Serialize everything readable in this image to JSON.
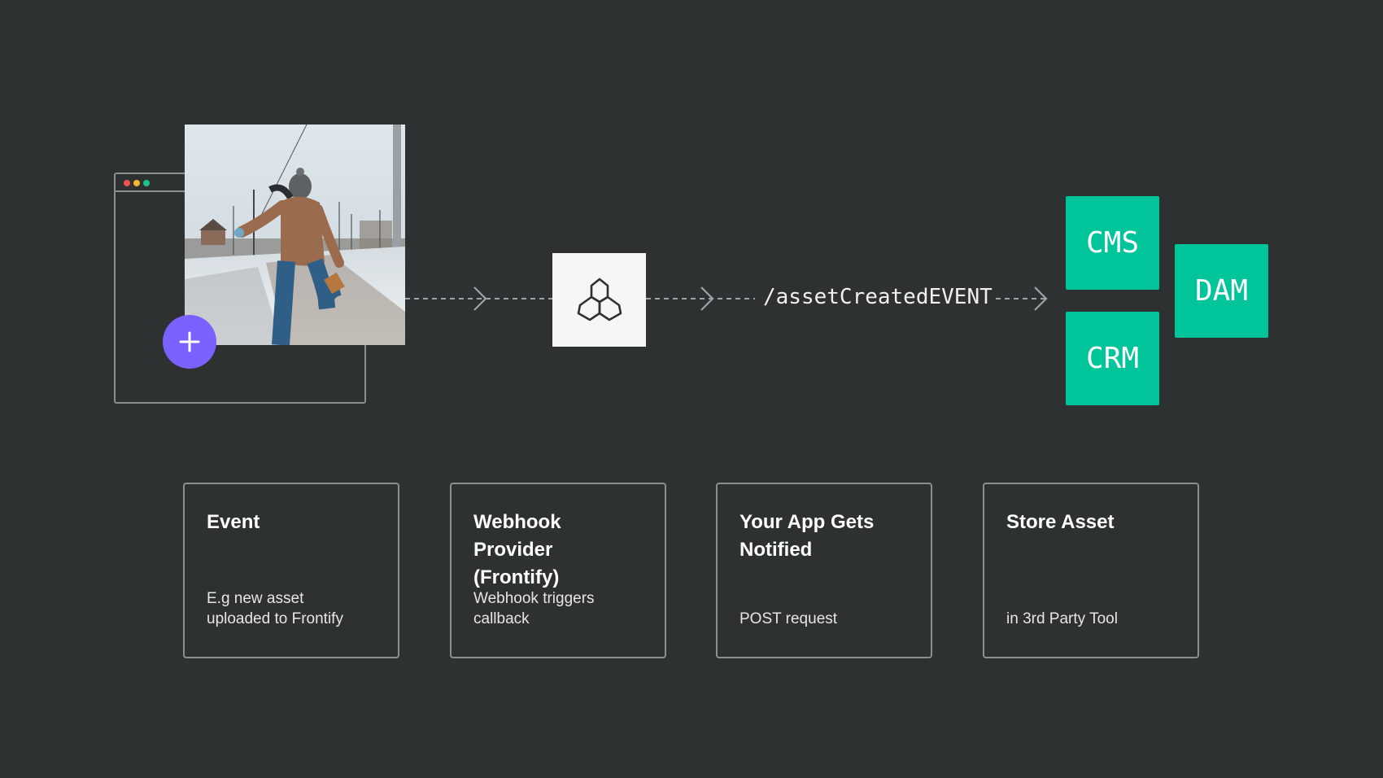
{
  "colors": {
    "background": "#2d3132",
    "accent_teal": "#00c49a",
    "accent_purple": "#7b61ff",
    "window_dot_red": "#f0524f",
    "window_dot_yellow": "#f5b52e",
    "window_dot_green": "#1fc289"
  },
  "icons": {
    "add": "plus-icon",
    "provider": "frontify-logo-icon",
    "arrow": "chevron-right-icon"
  },
  "event_path": "/assetCreatedEVENT",
  "targets": {
    "cms": "CMS",
    "crm": "CRM",
    "dam": "DAM"
  },
  "steps": [
    {
      "title": "Event",
      "desc": "E.g new asset\nuploaded to Frontify"
    },
    {
      "title": "Webhook Provider (Frontify)",
      "desc": "Webhook triggers\ncallback"
    },
    {
      "title": "Your App Gets Notified",
      "desc": "POST request"
    },
    {
      "title": "Store Asset",
      "desc": "in 3rd Party Tool"
    }
  ]
}
